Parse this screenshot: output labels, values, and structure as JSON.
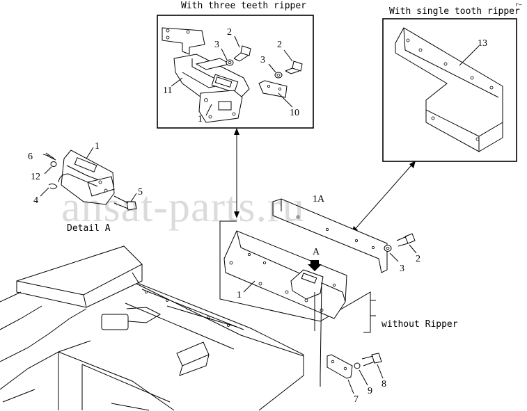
{
  "captions": {
    "three_teeth": "With three teeth ripper",
    "single_tooth": "With single tooth ripper",
    "detail_a": "Detail A",
    "without_ripper": "without Ripper",
    "view_a": "A",
    "corner_mark": "r–"
  },
  "watermark": "ansat-parts.ru",
  "callouts": {
    "three_teeth": [
      "2",
      "3",
      "2",
      "3",
      "11",
      "1",
      "10"
    ],
    "single_tooth": [
      "13"
    ],
    "detail": [
      "6",
      "1",
      "12",
      "5",
      "4"
    ],
    "main": [
      "1",
      "3",
      "2",
      "8",
      "9",
      "7"
    ],
    "main_label_1a": "1A"
  }
}
